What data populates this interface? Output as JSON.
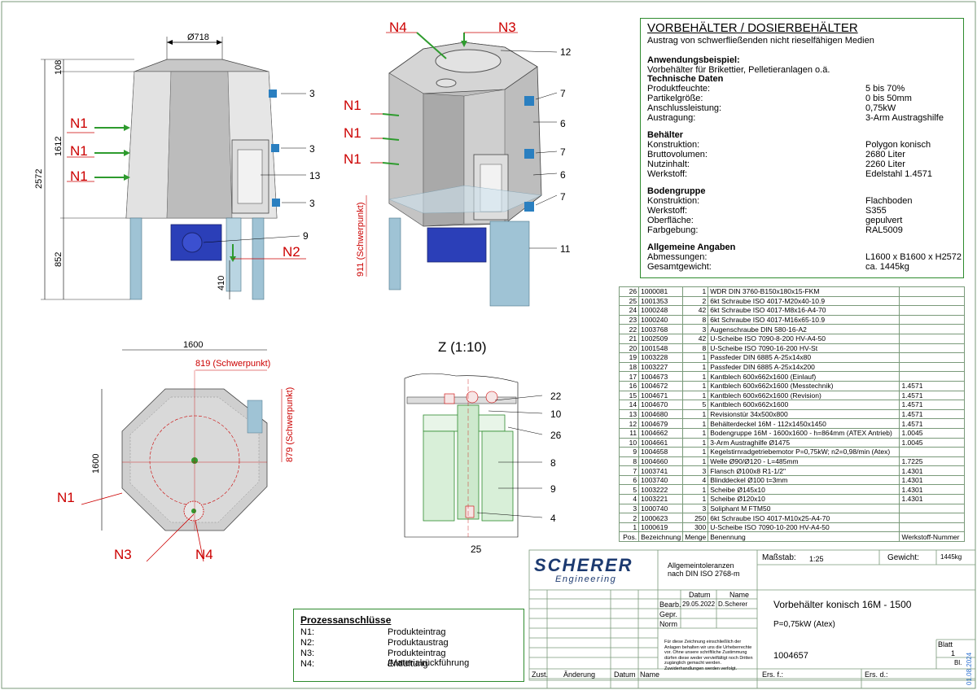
{
  "views": {
    "front": {
      "dim_top": "Ø718",
      "dim_left": [
        "108",
        "1612",
        "2572",
        "852"
      ],
      "dim_410": "410",
      "nozzles": [
        "N1",
        "N1",
        "N1",
        "N2"
      ],
      "callouts": [
        "3",
        "3",
        "13",
        "3",
        "9"
      ]
    },
    "iso": {
      "nozzles": [
        "N4",
        "N3",
        "N1",
        "N1",
        "N1"
      ],
      "callouts": [
        "12",
        "7",
        "6",
        "7",
        "6",
        "7",
        "11"
      ],
      "cog": "911 (Schwerpunkt)"
    },
    "top": {
      "dim_1600_h": "1600",
      "dim_1600_v": "1600",
      "cog_x": "819 (Schwerpunkt)",
      "cog_y": "879 (Schwerpunkt)",
      "nozzles": [
        "N1",
        "N3",
        "N4"
      ]
    },
    "detail": {
      "title": "Z (1:10)",
      "callouts": [
        "22",
        "10",
        "26",
        "8",
        "9",
        "4",
        "25"
      ]
    }
  },
  "tech": {
    "title": "VORBEHÄLTER / DOSIERBEHÄLTER",
    "subtitle": "Austrag von schwerfließenden nicht rieselfähigen Medien",
    "sec1": "Anwendungsbeispiel:",
    "sec1_text": "Vorbehälter für Brikettier, Pelletieranlagen o.ä.",
    "sec2": "Technische Daten",
    "data": [
      {
        "k": "Produktfeuchte:",
        "v": "5 bis 70%"
      },
      {
        "k": "Partikelgröße:",
        "v": "0 bis 50mm"
      },
      {
        "k": "Anschlussleistung:",
        "v": "0,75kW"
      },
      {
        "k": "Austragung:",
        "v": "3-Arm Austragshilfe"
      }
    ],
    "sec3": "Behälter",
    "behaelter": [
      {
        "k": "Konstruktion:",
        "v": "Polygon konisch"
      },
      {
        "k": "Bruttovolumen:",
        "v": "2680 Liter"
      },
      {
        "k": "Nutzinhalt:",
        "v": "2260 Liter"
      },
      {
        "k": "Werkstoff:",
        "v": "Edelstahl 1.4571"
      }
    ],
    "sec4": "Bodengruppe",
    "boden": [
      {
        "k": "Konstruktion:",
        "v": "Flachboden"
      },
      {
        "k": "Werkstoff:",
        "v": "S355"
      },
      {
        "k": "Oberfläche:",
        "v": "gepulvert"
      },
      {
        "k": "Farbgebung:",
        "v": "RAL5009"
      }
    ],
    "sec5": "Allgemeine Angaben",
    "allg": [
      {
        "k": "Abmessungen:",
        "v": "L1600 x B1600 x H2572"
      },
      {
        "k": "Gesamtgewicht:",
        "v": "ca. 1445kg"
      }
    ]
  },
  "bom": [
    [
      "26",
      "1000081",
      "1",
      "WDR DIN 3760-B150x180x15-FKM",
      ""
    ],
    [
      "25",
      "1001353",
      "2",
      "6kt Schraube ISO 4017-M20x40-10.9",
      ""
    ],
    [
      "24",
      "1000248",
      "42",
      "6kt Schraube ISO 4017-M8x16-A4-70",
      ""
    ],
    [
      "23",
      "1000240",
      "8",
      "6kt Schraube ISO 4017-M16x65-10.9",
      ""
    ],
    [
      "22",
      "1003768",
      "3",
      "Augenschraube DIN 580-16-A2",
      ""
    ],
    [
      "21",
      "1002509",
      "42",
      "U-Scheibe ISO 7090-8-200 HV-A4-50",
      ""
    ],
    [
      "20",
      "1001548",
      "8",
      "U-Scheibe ISO 7090-16-200 HV-St",
      ""
    ],
    [
      "19",
      "1003228",
      "1",
      "Passfeder DIN 6885 A-25x14x80",
      ""
    ],
    [
      "18",
      "1003227",
      "1",
      "Passfeder DIN 6885 A-25x14x200",
      ""
    ],
    [
      "17",
      "1004673",
      "1",
      "Kantblech 600x662x1600 (Einlauf)",
      ""
    ],
    [
      "16",
      "1004672",
      "1",
      "Kantblech 600x662x1600 (Messtechnik)",
      "1.4571"
    ],
    [
      "15",
      "1004671",
      "1",
      "Kantblech 600x662x1600 (Revision)",
      "1.4571"
    ],
    [
      "14",
      "1004670",
      "5",
      "Kantblech 600x662x1600",
      "1.4571"
    ],
    [
      "13",
      "1004680",
      "1",
      "Revisionstür 34x500x800",
      "1.4571"
    ],
    [
      "12",
      "1004679",
      "1",
      "Behälterdeckel 16M - 112x1450x1450",
      "1.4571"
    ],
    [
      "11",
      "1004662",
      "1",
      "Bodengruppe 16M - 1600x1600 - h=864mm (ATEX Antrieb)",
      "1.0045"
    ],
    [
      "10",
      "1004661",
      "1",
      "3-Arm Austraghilfe Ø1475",
      "1.0045"
    ],
    [
      "9",
      "1004658",
      "1",
      "Kegelstirnradgetriebemotor P=0,75kW; n2=0,98/min (Atex)",
      ""
    ],
    [
      "8",
      "1004660",
      "1",
      "Welle Ø90/Ø120 - L=485mm",
      "1.7225"
    ],
    [
      "7",
      "1003741",
      "3",
      "Flansch Ø100x8 R1-1/2\"",
      "1.4301"
    ],
    [
      "6",
      "1003740",
      "4",
      "Blinddeckel Ø100 t=3mm",
      "1.4301"
    ],
    [
      "5",
      "1003222",
      "1",
      "Scheibe Ø145x10",
      "1.4301"
    ],
    [
      "4",
      "1003221",
      "1",
      "Scheibe Ø120x10",
      "1.4301"
    ],
    [
      "3",
      "1000740",
      "3",
      "Soliphant M FTM50",
      ""
    ],
    [
      "2",
      "1000623",
      "250",
      "6kt Schraube ISO 4017-M10x25-A4-70",
      ""
    ],
    [
      "1",
      "1000619",
      "300",
      "U-Scheibe ISO 7090-10-200 HV-A4-50",
      ""
    ],
    [
      "Pos.",
      "Bezeichnung",
      "Menge",
      "Benennung",
      "Werkstoff-Nummer"
    ]
  ],
  "process": {
    "title": "Prozessanschlüsse",
    "rows": [
      {
        "k": "N1:",
        "v": "Produkteintrag"
      },
      {
        "k": "N2:",
        "v": "Produktaustrag"
      },
      {
        "k": "N3:",
        "v": "Produkteintrag /Materialrückführung"
      },
      {
        "k": "N4:",
        "v": "Entlüftung"
      }
    ]
  },
  "titleblock": {
    "logo_top": "SCHERER",
    "logo_bottom": "Engineering",
    "tolerance": "Allgemeintoleranzen nach DIN ISO 2768-m",
    "massstab_label": "Maßstab:",
    "massstab": "1:25",
    "gewicht_label": "Gewicht:",
    "gewicht": "1445kg",
    "col_datum": "Datum",
    "col_name": "Name",
    "bearb": "Bearb.",
    "bearb_datum": "29.05.2022",
    "bearb_name": "D.Scherer",
    "gepr": "Gepr.",
    "norm": "Norm",
    "title": "Vorbehälter konisch 16M - 1500",
    "subtitle": "P=0,75kW (Atex)",
    "drawing_no": "1004657",
    "blatt": "Blatt",
    "blatt_no": "1",
    "bl": "Bl.",
    "zust": "Zust.",
    "aenderung": "Änderung",
    "datum": "Datum",
    "name": "Name",
    "ers_f": "Ers. f.:",
    "ers_d": "Ers. d.:",
    "copyright": "Für diese Zeichnung einschließlich der Anlagen behalten wir uns die Urheberrechte vor. Ohne unsere schriftliche Zustimmung dürfen diese weder vervielfältigt noch Dritten zugänglich gemacht werden. Zuwiderhandlungen werden verfolgt.",
    "date_side": "01.08.2024"
  }
}
